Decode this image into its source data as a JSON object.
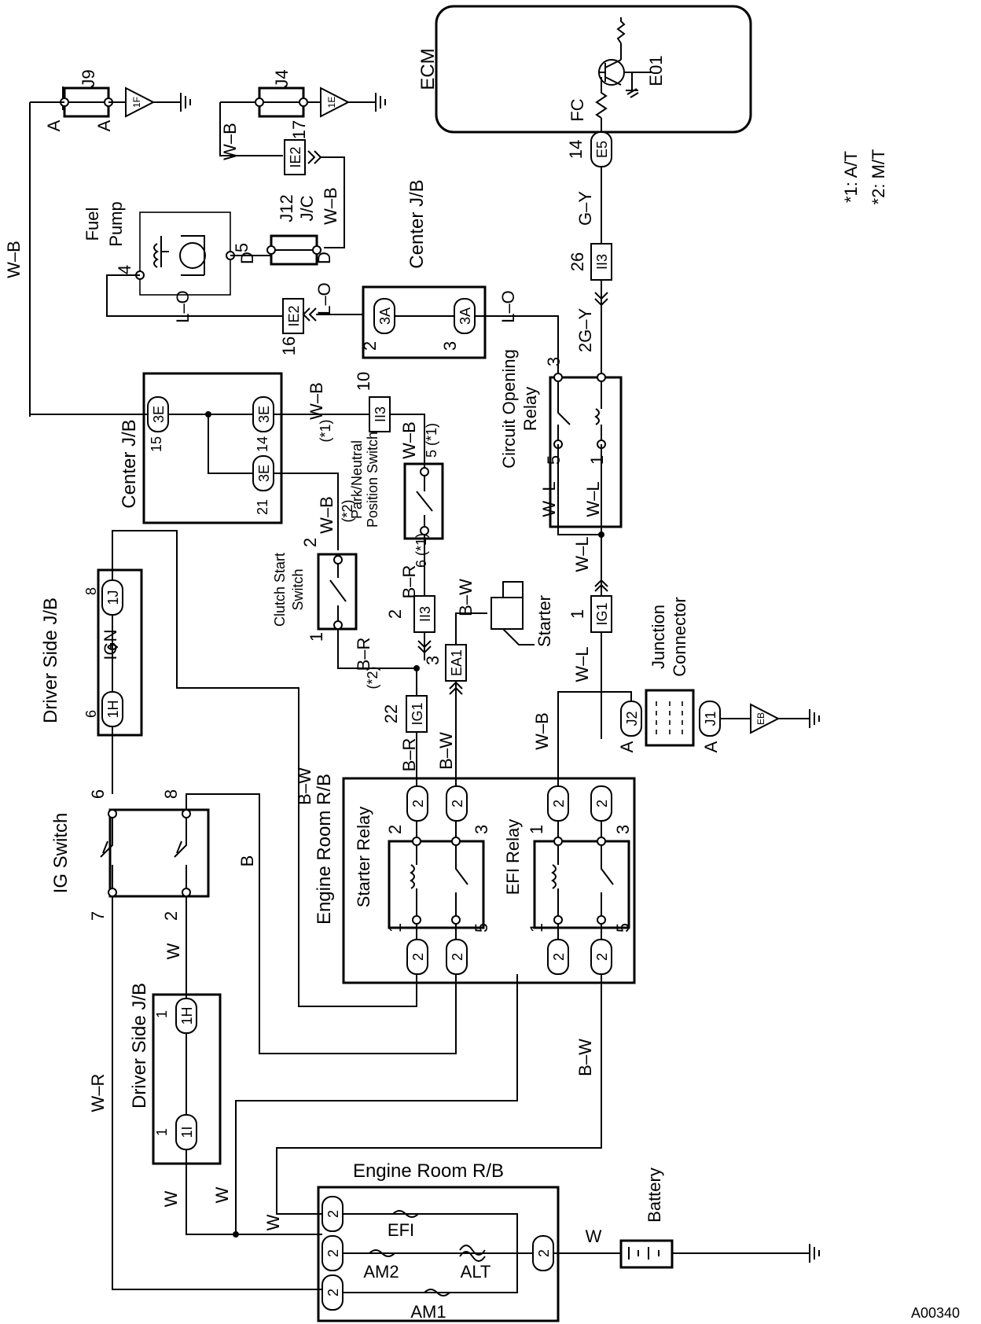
{
  "figure_id": "A00340",
  "notes": {
    "at": "*1: A/T",
    "mt": "*2: M/T"
  },
  "components": {
    "ecm": "ECM",
    "e01": "E01",
    "fc": "FC",
    "j9": "J9",
    "j4": "J4",
    "fuel_pump": "Fuel Pump",
    "j12": "J12",
    "jc": "J/C",
    "center_jb_top": "Center J/B",
    "center_jb_left": "Center J/B",
    "circuit_opening_relay": "Circuit Opening Relay",
    "park_neutral_switch": "Park/Neutral Position Switch",
    "clutch_start_switch": "Clutch Start Switch",
    "starter": "Starter",
    "junction_connector": "Junction Connector",
    "driver_jb_top": "Driver Side J/B",
    "driver_jb_bottom": "Driver Side J/B",
    "ign": "IGN",
    "ig_switch": "IG Switch",
    "engine_room_rb_top": "Engine Room R/B",
    "engine_room_rb_bottom": "Engine Room R/B",
    "starter_relay": "Starter Relay",
    "efi_relay": "EFI Relay",
    "battery": "Battery",
    "fuse_efi": "EFI",
    "fuse_am2": "AM2",
    "fuse_am1": "AM1",
    "fuse_alt": "ALT"
  },
  "wires": {
    "wb": "W–B",
    "lo": "L–O",
    "gy": "G–Y",
    "wl": "W–L",
    "br": "B–R",
    "bw": "B–W",
    "w": "W",
    "b": "B",
    "wr": "W–R",
    "gy2": "2G–Y"
  },
  "connectors": {
    "c3a": "3A",
    "c3e": "3E",
    "ie2": "IE2",
    "ii3": "II3",
    "ig1": "IG1",
    "ea1": "EA1",
    "e5": "E5",
    "c1h": "1H",
    "c1j": "1J",
    "c1i": "1I",
    "j1": "J1",
    "j2": "J2",
    "c2": "2",
    "g1f": "1F",
    "g1e": "1E",
    "geb": "EB"
  },
  "pins": {
    "p1": "1",
    "p2": "2",
    "p3": "3",
    "p4": "4",
    "p5": "5",
    "p6": "6",
    "p7": "7",
    "p8": "8",
    "p10": "10",
    "p14": "14",
    "p15": "15",
    "p16": "16",
    "p17": "17",
    "p21": "21",
    "p22": "22",
    "p26": "26",
    "a": "A",
    "d": "D"
  },
  "marks": {
    "s1": "(*1)",
    "s2": "(*2)",
    "p5s1": "5 (*1)",
    "p6s1": "6 (*1)",
    "p2s2": "(*2)"
  }
}
